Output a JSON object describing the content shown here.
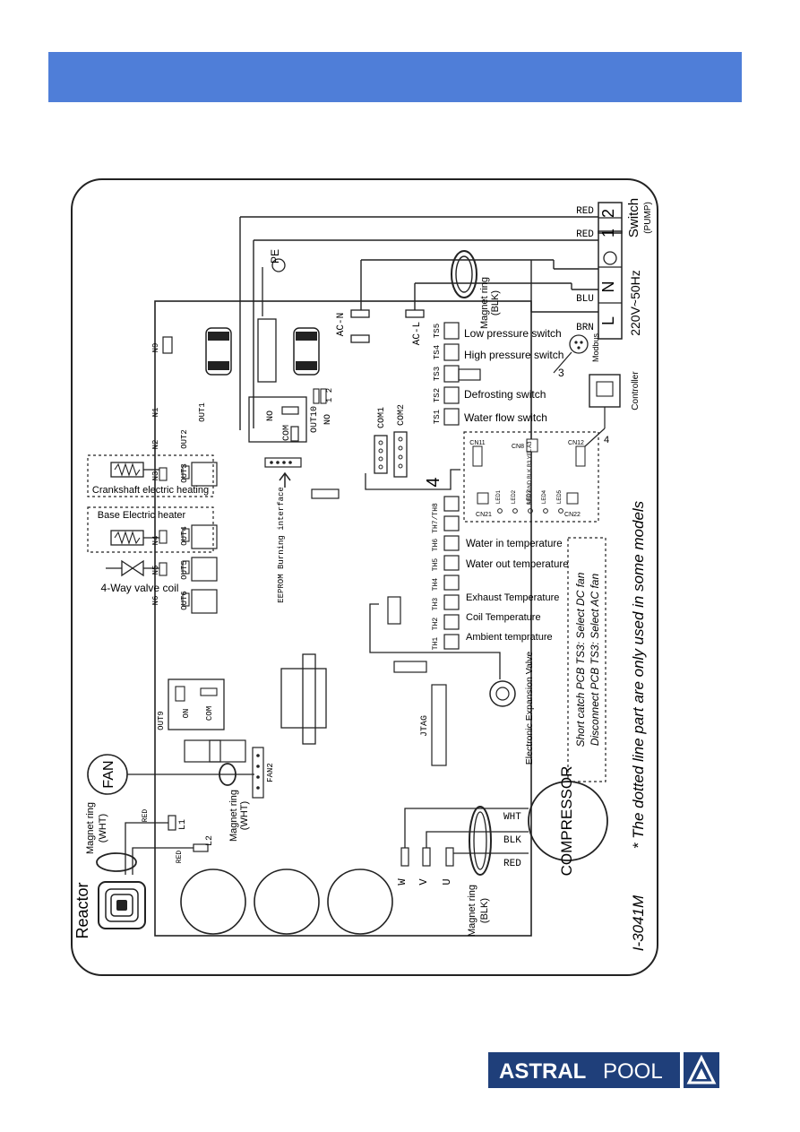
{
  "header": {
    "banner_color": "#4f7ed8"
  },
  "diagram": {
    "model": "I-3041M",
    "note": "* The dotted line part are only used in some models",
    "fan_note_1": "Short catch PCB TS3: Select DC fan",
    "fan_note_2": "Disconnect PCB TS3: Select AC fan",
    "power": "220V~50Hz",
    "switch": "Switch",
    "pump": "(PUMP)",
    "terminal_l": "L",
    "terminal_n": "N",
    "terminal_1": "1",
    "terminal_2": "2",
    "wire_red_1": "RED",
    "wire_red_2": "RED",
    "wire_blu": "BLU",
    "wire_brn": "BRN",
    "pe": "PE",
    "ac_n": "AC-N",
    "ac_l": "AC-L",
    "magnet_ring_blk_top": "Magnet ring",
    "blk_top": "(BLK)",
    "modbus": "Modbus",
    "controller": "Controller",
    "sw_low": "Low pressure switch",
    "sw_high": "High pressure switch",
    "sw_defrost": "Defrosting switch",
    "sw_waterflow": "Water flow switch",
    "ts5": "TS5",
    "ts4": "TS4",
    "ts3": "TS3",
    "ts2": "TS2",
    "ts1": "TS1",
    "th8": "TH7/TH8",
    "th6": "TH6",
    "th5": "TH5",
    "th4": "TH4",
    "th3": "TH3",
    "th2": "TH2",
    "th1": "TH1",
    "t_water_in": "Water in temperature",
    "t_water_out": "Water out temperature",
    "t_exhaust": "Exhaust Temperature",
    "t_coil": "Coil Temperature",
    "t_ambient": "Ambient temprature",
    "eev": "Electronic Expansion Valve",
    "com1": "COM1",
    "com2": "COM2",
    "num4": "4",
    "num3": "3",
    "num4b": "4",
    "cn11": "CN11",
    "cn8": "CN8",
    "cn12": "CN12",
    "cn21": "CN21",
    "cn22": "CN22",
    "led1": "LED1",
    "led2": "LED2",
    "led3": "LED3",
    "led4": "LED4",
    "led5": "LED5",
    "cn8_pins": "RED GND BLK B3 YEL A3",
    "out10": "OUT10",
    "no": "NO",
    "com": "COM",
    "no_b": "NO",
    "out10_pins": "1 2",
    "eeprom": "EEPROM Burning interface",
    "n9": "N9",
    "n1": "N1",
    "n2": "N2",
    "n3": "N3",
    "n4": "N4",
    "n5": "N5",
    "n6": "N6",
    "out1": "OUT1",
    "out2": "OUT2",
    "out3": "OUT3",
    "out4": "OUT4",
    "out5": "OUT5",
    "out6": "OUT6",
    "crankshaft": "Crankshaft electric heating",
    "base_heater": "Base Electric heater",
    "fourway": "4-Way valve coil",
    "out9": "OUT9",
    "out9_on": "ON",
    "out9_com": "COM",
    "fan": "FAN",
    "fan2": "FAN2",
    "jtag": "JTAG",
    "magnet_ring_wht": "Magnet ring",
    "wht_paren": "(WHT)",
    "magnet_ring_wht2": "Magnet ring",
    "wht_paren2": "(WHT)",
    "reactor": "Reactor",
    "l1": "L1",
    "l2": "L2",
    "red_l1": "RED",
    "red_l2": "RED",
    "compressor": "COMPRESSOR",
    "comp_wht": "WHT",
    "comp_blk": "BLK",
    "comp_red": "RED",
    "w": "W",
    "v": "V",
    "u": "U",
    "magnet_ring_blk_bottom": "Magnet ring",
    "blk_bottom": "(BLK)"
  },
  "footer": {
    "logo_bold": "ASTRAL",
    "logo_light": "POOL",
    "logo_color": "#1f3f7a"
  }
}
